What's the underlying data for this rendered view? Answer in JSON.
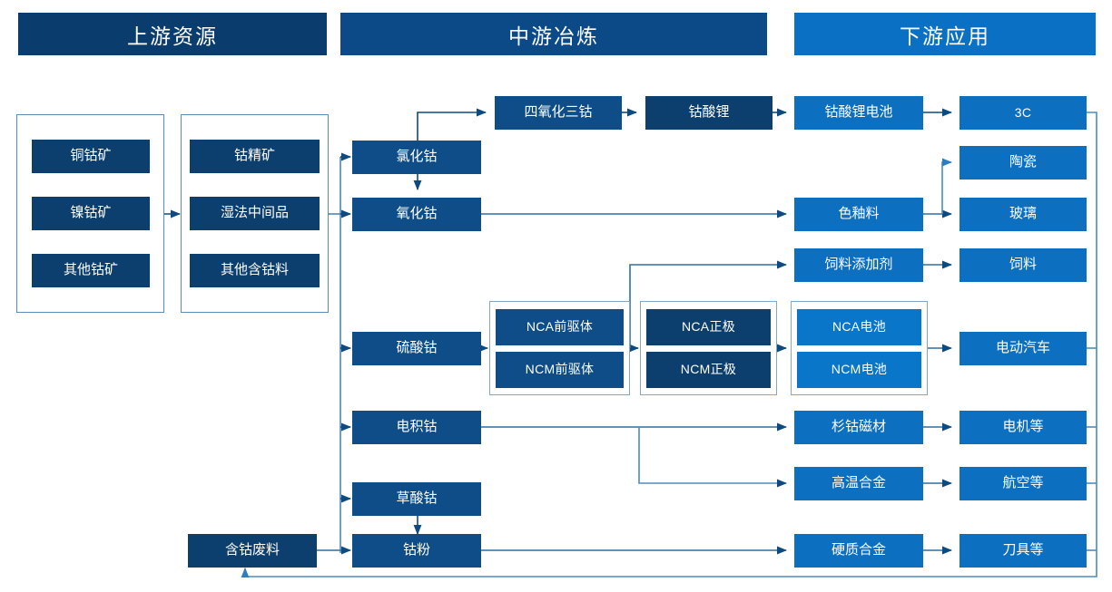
{
  "headers": [
    {
      "key": "upstream",
      "label": "上游资源",
      "color": "#0a3d6e"
    },
    {
      "key": "midstream",
      "label": "中游冶炼",
      "color": "#0b4a86"
    },
    {
      "key": "downstream",
      "label": "下游应用",
      "color": "#0a70c4"
    }
  ],
  "upstream": {
    "group1": {
      "items": [
        {
          "label": "铜钴矿"
        },
        {
          "label": "镍钴矿"
        },
        {
          "label": "其他钴矿"
        }
      ]
    },
    "group2": {
      "items": [
        {
          "label": "钴精矿"
        },
        {
          "label": "湿法中间品"
        },
        {
          "label": "其他含钴料"
        }
      ]
    }
  },
  "midstream": {
    "intermediates": [
      {
        "label": "氯化钴"
      },
      {
        "label": "氧化钴"
      },
      {
        "label": "硫酸钴"
      },
      {
        "label": "电积钴"
      },
      {
        "label": "草酸钴"
      },
      {
        "label": "钴粉"
      }
    ],
    "scrap": {
      "label": "含钴废料"
    },
    "products": [
      {
        "label": "四氧化三钴"
      },
      {
        "label": "钴酸锂"
      }
    ],
    "precursor_group": [
      {
        "label": "NCA前驱体"
      },
      {
        "label": "NCM前驱体"
      }
    ],
    "cathode_group": [
      {
        "label": "NCA正极"
      },
      {
        "label": "NCM正极"
      }
    ]
  },
  "downstream": {
    "materials": [
      {
        "label": "钴酸锂电池"
      },
      {
        "label": "色釉料"
      },
      {
        "label": "饲料添加剂"
      },
      {
        "label": "杉钴磁材"
      },
      {
        "label": "高温合金"
      },
      {
        "label": "硬质合金"
      }
    ],
    "battery_group": [
      {
        "label": "NCA电池"
      },
      {
        "label": "NCM电池"
      }
    ],
    "applications": [
      {
        "label": "3C"
      },
      {
        "label": "陶瓷"
      },
      {
        "label": "玻璃"
      },
      {
        "label": "饲料"
      },
      {
        "label": "电动汽车"
      },
      {
        "label": "电机等"
      },
      {
        "label": "航空等"
      },
      {
        "label": "刀具等"
      }
    ]
  },
  "colors": {
    "header_upstream": "#0a3d6e",
    "header_midstream": "#0b4a86",
    "header_downstream": "#0a70c4",
    "node_dark": "#0e4d87",
    "node_darker": "#0d3f6e",
    "node_light": "#0d6fbf",
    "arrow": "#0d4a80",
    "frame": "#5b8db8",
    "background": "#ffffff"
  }
}
